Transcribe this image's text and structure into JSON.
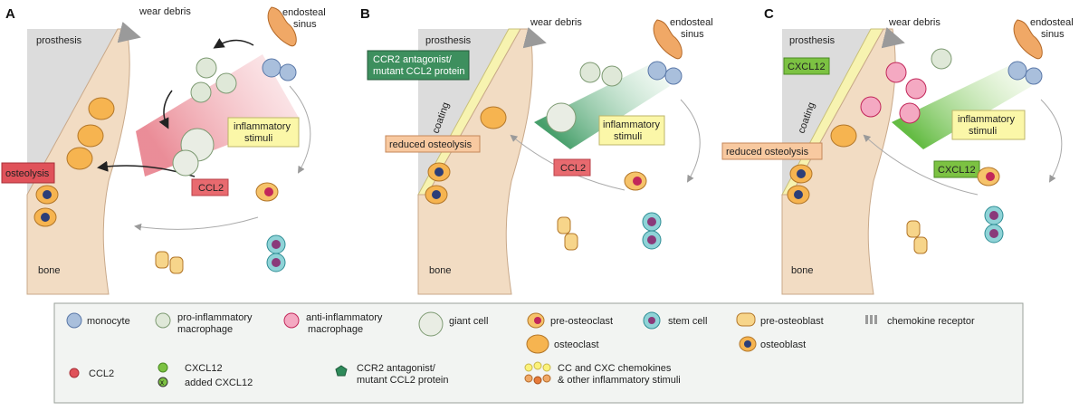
{
  "panels": [
    {
      "letter": "A",
      "prosthesis": "prosthesis",
      "wear_debris": "wear debris",
      "endosteal_line1": "endosteal",
      "endosteal_line2": "sinus",
      "bone": "bone",
      "inflammatory_line1": "inflammatory",
      "inflammatory_line2": "stimuli",
      "ccl2": "CCL2",
      "osteolysis": "osteolysis"
    },
    {
      "letter": "B",
      "prosthesis": "prosthesis",
      "wear_debris": "wear debris",
      "endosteal_line1": "endosteal",
      "endosteal_line2": "sinus",
      "bone": "bone",
      "coating": "coating",
      "antagonist_line1": "CCR2 antagonist/",
      "antagonist_line2": "mutant CCL2 protein",
      "inflammatory_line1": "inflammatory",
      "inflammatory_line2": "stimuli",
      "ccl2": "CCL2",
      "reduced_osteolysis": "reduced osteolysis"
    },
    {
      "letter": "C",
      "prosthesis": "prosthesis",
      "wear_debris": "wear debris",
      "endosteal_line1": "endosteal",
      "endosteal_line2": "sinus",
      "bone": "bone",
      "coating": "coating",
      "cxcl12_top": "CXCL12",
      "cxcl12_mid": "CXCL12",
      "inflammatory_line1": "inflammatory",
      "inflammatory_line2": "stimuli",
      "reduced_osteolysis": "reduced osteolysis"
    }
  ],
  "legend": {
    "monocyte": "monocyte",
    "pro_macrophage_line1": "pro-inflammatory",
    "pro_macrophage_line2": "macrophage",
    "anti_macrophage_line1": "anti-inflammatory",
    "anti_macrophage_line2": "macrophage",
    "giant_cell": "giant cell",
    "pre_osteoclast": "pre-osteoclast",
    "osteoclast": "osteoclast",
    "stem_cell": "stem cell",
    "pre_osteoblast": "pre-osteoblast",
    "osteoblast": "osteoblast",
    "chemokine_receptor": "chemokine receptor",
    "ccl2": "CCL2",
    "cxcl12": "CXCL12",
    "added_cxcl12": "added CXCL12",
    "antagonist_line1": "CCR2 antagonist/",
    "antagonist_line2": "mutant CCL2 protein",
    "chemokines_line1": "CC and CXC chemokines",
    "chemokines_line2": "& other inflammatory stimuli"
  },
  "colors": {
    "bone": "#f2dcc3",
    "prosthesis": "#dcdcdc",
    "coating": "#f7f3b0",
    "ccl2_red": "#e0525a",
    "ccl2_box": "#e86a6f",
    "green_box": "#3d8f5e",
    "cxcl12_green": "#7cc242",
    "stimuli_box": "#fbf7a8",
    "reduced_box": "#f8c9a0",
    "legend_bg": "#f2f4f2"
  }
}
